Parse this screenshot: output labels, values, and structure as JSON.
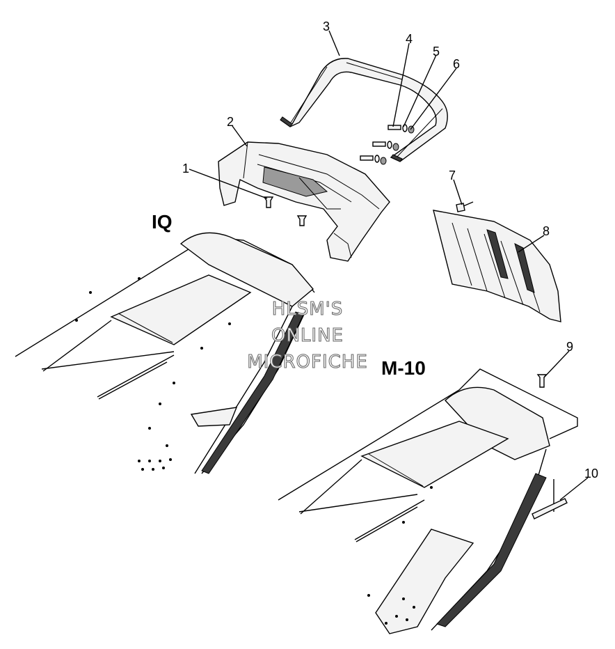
{
  "callouts": [
    "1",
    "2",
    "3",
    "4",
    "5",
    "6",
    "7",
    "8",
    "9",
    "10"
  ],
  "model_labels": {
    "left": "IQ",
    "right": "M-10"
  },
  "watermark": {
    "line1": "HLSM'S",
    "line2": "ONLINE",
    "line3": "MICROFICHE"
  }
}
